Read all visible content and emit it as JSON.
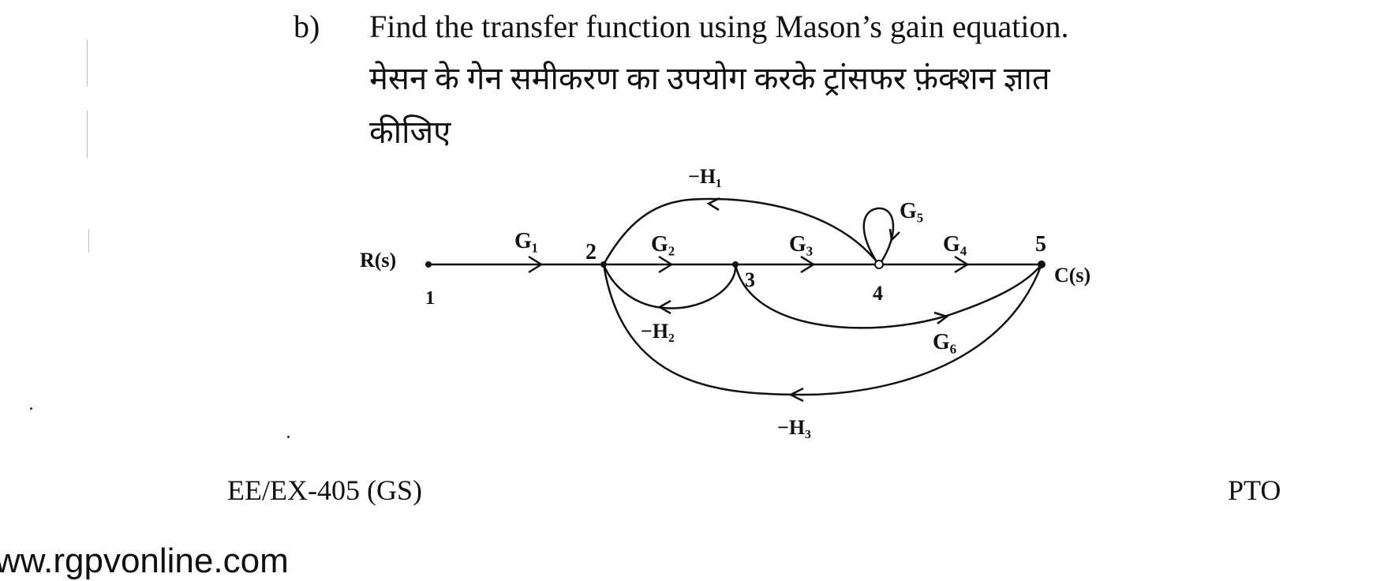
{
  "question": {
    "label": "b)",
    "text": "Find the transfer function using Mason’s gain equation.",
    "hindi_line1": "मेसन के गेन समीकरण का उपयोग करके ट्रांसफर फ़ंक्शन ज्ञात",
    "hindi_line2": "कीजिए"
  },
  "graph": {
    "input_label": "R(s)",
    "output_label": "C(s)",
    "nodes": [
      "1",
      "2",
      "3",
      "4",
      "5"
    ],
    "gains": {
      "g1": "G₁",
      "g2": "G₂",
      "g3": "G₃",
      "g4": "G₄",
      "g5": "G₅",
      "g6": "G₆",
      "h1": "−H₁",
      "h2": "−H₂",
      "h3": "−H₃"
    }
  },
  "footer": {
    "code": "EE/EX-405 (GS)",
    "pto": "PTO"
  },
  "watermark": "ww.rgpvonline.com"
}
